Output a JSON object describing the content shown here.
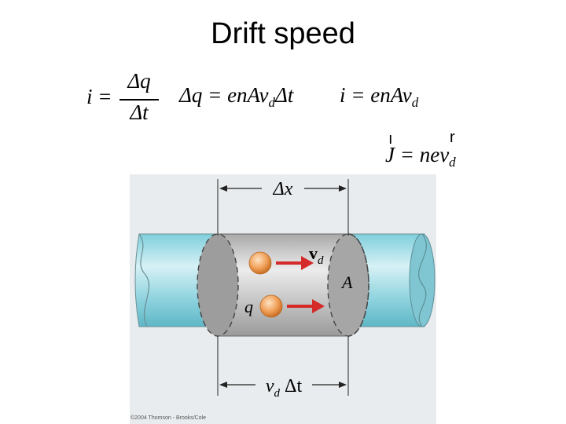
{
  "title": "Drift speed",
  "equations": {
    "eq1_lhs": "i =",
    "eq1_num": "Δq",
    "eq1_den": "Δt",
    "eq2": "Δq = enAv",
    "eq2_sub": "d",
    "eq2_tail": "Δt",
    "eq3": "i = enAv",
    "eq3_sub": "d",
    "eq4_J": "J",
    "eq4": " = nev",
    "eq4_sub": "d",
    "eq4_mark_i": "ı",
    "eq4_mark_r": "r"
  },
  "figure": {
    "label_dx": "Δx",
    "label_vd": "v",
    "label_vd_sub": "d",
    "label_q": "q",
    "label_A": "A",
    "label_bottom": "v",
    "label_bottom_sub": "d",
    "label_bottom_tail": "Δt",
    "copyright": "©2004 Thomson - Brooks/Cole"
  }
}
